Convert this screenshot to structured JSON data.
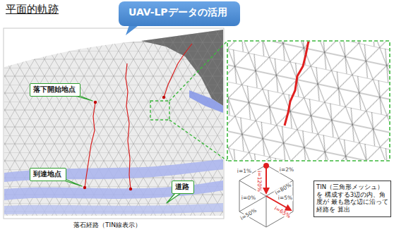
{
  "diagram": {
    "title": "平面的軌跡",
    "caption": "落石経路（TIN線表示）",
    "nodes": [
      {
        "text": [
          "UAV-LPデータの活用"
        ]
      },
      {
        "text": [
          "落下開始地点"
        ]
      },
      {
        "text": [
          "到達地点"
        ]
      },
      {
        "text": [
          "道路"
        ]
      },
      {
        "text": [
          "TIN（三角形メッシュ）を 構成する3辺の内、角度が 最も急な辺に沿って経路を 算出"
        ]
      }
    ],
    "labels": [
      "i=1%",
      "i=2%",
      "i=120%",
      "i=80%",
      "i=0%",
      "i=5%",
      "i=50%",
      "i=65%"
    ]
  }
}
